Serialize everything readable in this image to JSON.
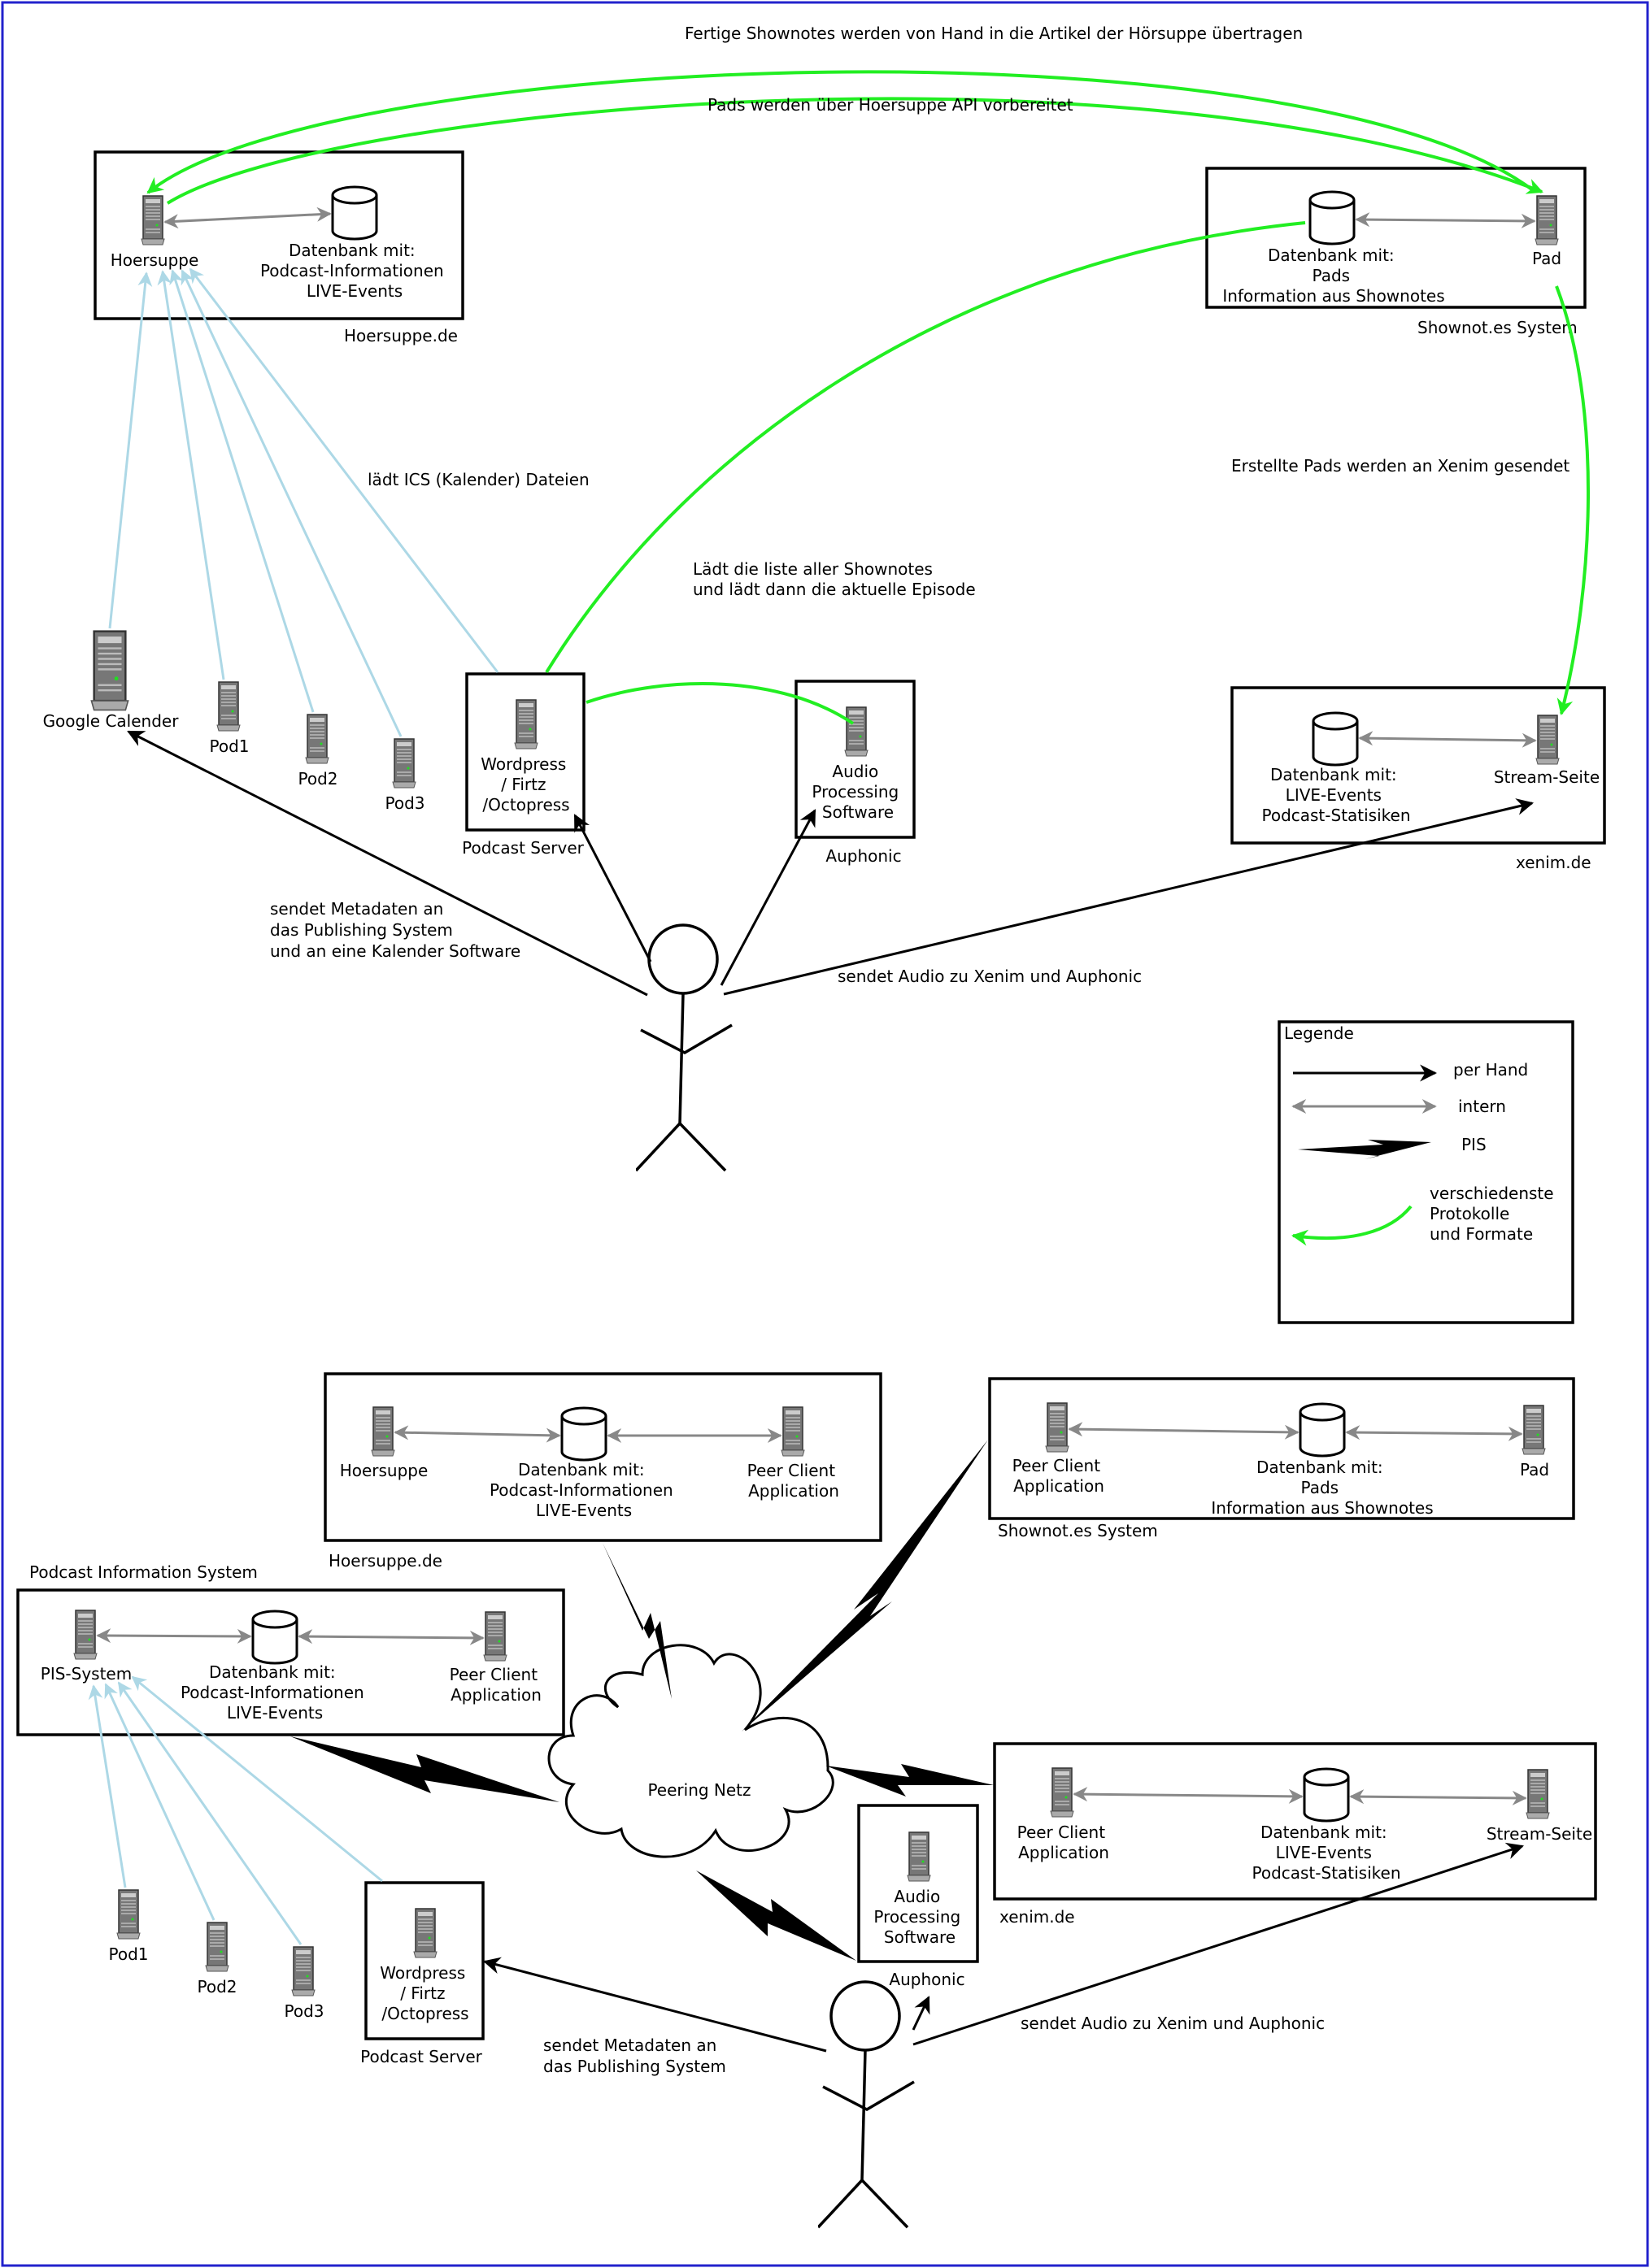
{
  "colors": {
    "frame": "#2222cc",
    "internal": "#888888",
    "protocol": "#22ee22",
    "ics": "#add8e6",
    "manual": "#000000"
  },
  "top": {
    "hoersuppe": {
      "server_label": "Hoersuppe",
      "db_label": [
        "Datenbank mit:",
        "Podcast-Informationen",
        "LIVE-Events"
      ],
      "box_label": "Hoersuppe.de"
    },
    "shownotes": {
      "db_label": [
        "Datenbank mit:",
        "Pads",
        "Information aus Shownotes"
      ],
      "pad_label": "Pad",
      "box_label": "Shownot.es System"
    },
    "xenim": {
      "db_label": [
        "Datenbank mit:",
        "LIVE-Events",
        "Podcast-Statisiken"
      ],
      "stream_label": "Stream-Seite",
      "box_label": "xenim.de"
    },
    "google_label": "Google Calender",
    "pods": [
      "Pod1",
      "Pod2",
      "Pod3"
    ],
    "podcast_server": {
      "inner_label": [
        "Wordpress",
        "/ Firtz",
        "/Octopress"
      ],
      "box_label": "Podcast Server"
    },
    "auphonic": {
      "inner_label": [
        "Audio",
        "Processing",
        "Software"
      ],
      "box_label": "Auphonic"
    },
    "annotations": {
      "fertige": "Fertige Shownotes werden von Hand in die Artikel der Hörsuppe übertragen",
      "pads_api": "Pads werden über Hoersuppe API vorbereitet",
      "ics": "lädt ICS (Kalender) Dateien",
      "liste": [
        "Lädt die liste aller Shownotes",
        "und lädt dann die aktuelle Episode"
      ],
      "erstellte": "Erstellte Pads werden an Xenim gesendet",
      "metadaten": [
        "sendet Metadaten an",
        "das Publishing System",
        "und an eine Kalender Software"
      ],
      "audio": "sendet Audio zu Xenim und Auphonic"
    }
  },
  "legend": {
    "title": "Legende",
    "manual": "per Hand",
    "internal": "intern",
    "pis": "PIS",
    "protocols": [
      "verschiedenste",
      "Protokolle",
      "und Formate"
    ]
  },
  "bottom": {
    "hoersuppe": {
      "server_label": "Hoersuppe",
      "db_label": [
        "Datenbank mit:",
        "Podcast-Informationen",
        "LIVE-Events"
      ],
      "peer_label": [
        "Peer Client",
        "Application"
      ],
      "box_label": "Hoersuppe.de"
    },
    "shownotes": {
      "peer_label": [
        "Peer Client",
        "Application"
      ],
      "db_label": [
        "Datenbank mit:",
        "Pads",
        "Information aus Shownotes"
      ],
      "pad_label": "Pad",
      "box_label": "Shownot.es System"
    },
    "pis": {
      "title": "Podcast Information System",
      "server_label": "PIS-System",
      "db_label": [
        "Datenbank mit:",
        "Podcast-Informationen",
        "LIVE-Events"
      ],
      "peer_label": [
        "Peer Client",
        "Application"
      ]
    },
    "cloud_label": "Peering Netz",
    "xenim": {
      "peer_label": [
        "Peer Client",
        "Application"
      ],
      "db_label": [
        "Datenbank mit:",
        "LIVE-Events",
        "Podcast-Statisiken"
      ],
      "stream_label": "Stream-Seite",
      "box_label": "xenim.de"
    },
    "auphonic": {
      "inner_label": [
        "Audio",
        "Processing",
        "Software"
      ],
      "box_label": "Auphonic"
    },
    "pods": [
      "Pod1",
      "Pod2",
      "Pod3"
    ],
    "podcast_server": {
      "inner_label": [
        "Wordpress",
        "/ Firtz",
        "/Octopress"
      ],
      "box_label": "Podcast Server"
    },
    "annotations": {
      "metadaten": [
        "sendet Metadaten an",
        "das Publishing System"
      ],
      "audio": "sendet Audio zu Xenim und Auphonic"
    }
  }
}
